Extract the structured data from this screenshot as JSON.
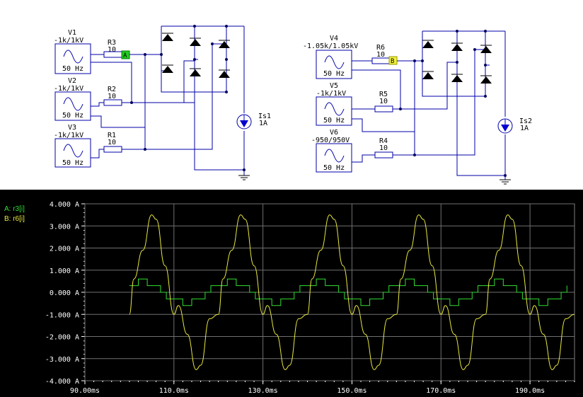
{
  "circuit1": {
    "sources": [
      {
        "name": "V1",
        "range": "-1k/1kV",
        "freq": "50 Hz"
      },
      {
        "name": "V2",
        "range": "-1k/1kV",
        "freq": "50 Hz"
      },
      {
        "name": "V3",
        "range": "-1k/1kV",
        "freq": "50 Hz"
      }
    ],
    "resistors": [
      {
        "name": "R3",
        "value": "10"
      },
      {
        "name": "R2",
        "value": "10"
      },
      {
        "name": "R1",
        "value": "10"
      }
    ],
    "probe": "A",
    "current_source": {
      "name": "Is1",
      "value": "1A"
    }
  },
  "circuit2": {
    "sources": [
      {
        "name": "V4",
        "range": "-1.05k/1.05kV",
        "freq": "50 Hz"
      },
      {
        "name": "V5",
        "range": "-1k/1kV",
        "freq": "50 Hz"
      },
      {
        "name": "V6",
        "range": "-950/950V",
        "freq": "50 Hz"
      }
    ],
    "resistors": [
      {
        "name": "R6",
        "value": "10"
      },
      {
        "name": "R5",
        "value": "10"
      },
      {
        "name": "R4",
        "value": "10"
      }
    ],
    "probe": "B",
    "current_source": {
      "name": "Is2",
      "value": "1A"
    }
  },
  "chart_data": {
    "type": "line",
    "title": "",
    "xlabel": "",
    "ylabel": "",
    "xlim": [
      90,
      200
    ],
    "ylim": [
      -4,
      4
    ],
    "x_ticks": [
      "90.00ms",
      "110.0ms",
      "130.0ms",
      "150.0ms",
      "170.0ms",
      "190.0ms"
    ],
    "y_ticks": [
      "4.000 A",
      "3.000 A",
      "2.000 A",
      "1.000 A",
      "0.000 A",
      "-1.000 A",
      "-2.000 A",
      "-3.000 A",
      "-4.000 A"
    ],
    "grid": true,
    "legend_position": "top-left",
    "series": [
      {
        "name": "A: r3[i]",
        "color": "#33dd33",
        "x": [
          100,
          102,
          102,
          104,
          104,
          107,
          107,
          108.3,
          108.3,
          110.2,
          110.2,
          112,
          112,
          114,
          114,
          117,
          117,
          118.3,
          118.3,
          120.2
        ],
        "values": [
          0.3,
          0.3,
          0.6,
          0.6,
          0.3,
          0.3,
          0,
          0,
          -0.3,
          -0.3,
          -0.3,
          -0.3,
          -0.6,
          -0.6,
          -0.3,
          -0.3,
          0,
          0,
          0.3,
          0.3
        ],
        "period_ms": 20,
        "end_ms": 200
      },
      {
        "name": "B: r6[i]",
        "color": "#e8e840",
        "x": [
          100,
          101,
          103,
          105,
          106,
          108,
          110,
          111,
          113,
          115,
          116,
          118,
          120
        ],
        "values": [
          -1.0,
          0.6,
          1.9,
          3.5,
          3.3,
          1.2,
          -1.0,
          -0.6,
          -1.9,
          -3.5,
          -3.3,
          -1.2,
          -1.0
        ],
        "period_ms": 20,
        "end_ms": 200
      }
    ]
  }
}
